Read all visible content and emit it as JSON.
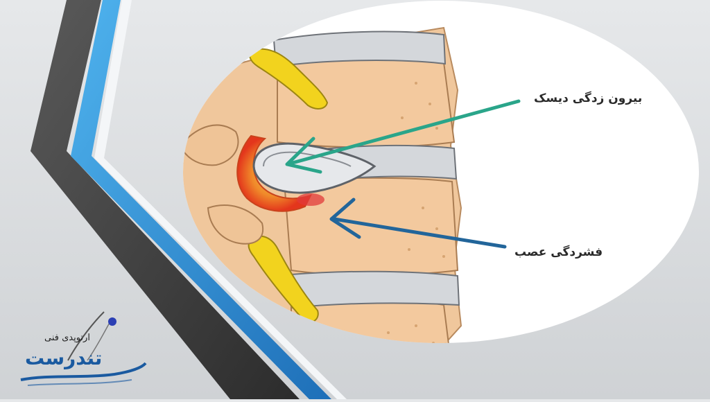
{
  "diagram": {
    "labels": {
      "disc_herniation": "بیرون زدگی دیسک",
      "nerve_compression": "فشردگی عصب"
    },
    "colors": {
      "arrow_herniation": "#2aa58a",
      "arrow_compression": "#22659a",
      "nerve": "#f0d21c",
      "inflammation": "#e8481c",
      "disc": "#c9cdd2",
      "vertebra": "#f0c79c"
    }
  },
  "logo": {
    "subtitle": "ارتوپدی فنی",
    "name": "تندرست"
  },
  "theme": {
    "stripe_dark": "#3c3c3c",
    "stripe_blue": "#2f8fd6",
    "stripe_light_blue": "#3fa9ec"
  }
}
